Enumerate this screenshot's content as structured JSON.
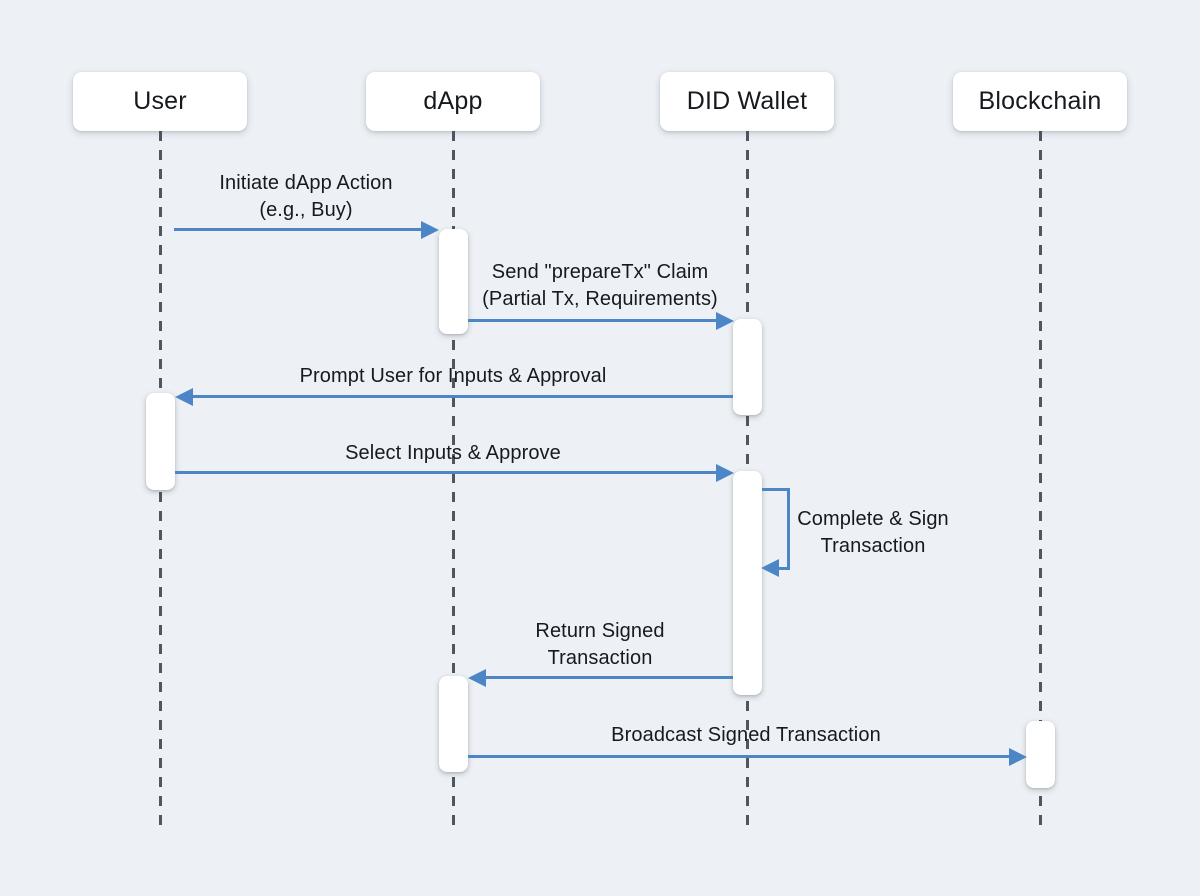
{
  "diagram": {
    "type": "sequence-diagram",
    "actors": [
      {
        "label": "User"
      },
      {
        "label": "dApp"
      },
      {
        "label": "DID Wallet"
      },
      {
        "label": "Blockchain"
      }
    ],
    "messages": [
      {
        "from": "User",
        "to": "dApp",
        "lines": [
          "Initiate dApp Action",
          "(e.g., Buy)"
        ]
      },
      {
        "from": "dApp",
        "to": "DID Wallet",
        "lines": [
          "Send \"prepareTx\" Claim",
          "(Partial Tx, Requirements)"
        ]
      },
      {
        "from": "DID Wallet",
        "to": "User",
        "lines": [
          "Prompt User for Inputs & Approval"
        ]
      },
      {
        "from": "User",
        "to": "DID Wallet",
        "lines": [
          "Select Inputs & Approve"
        ]
      },
      {
        "from": "DID Wallet",
        "to": "DID Wallet",
        "self_message": true,
        "lines": [
          "Complete & Sign",
          "Transaction"
        ]
      },
      {
        "from": "DID Wallet",
        "to": "dApp",
        "lines": [
          "Return Signed",
          "Transaction"
        ]
      },
      {
        "from": "dApp",
        "to": "Blockchain",
        "lines": [
          "Broadcast Signed Transaction"
        ]
      }
    ],
    "colors": {
      "background": "#edf1f5",
      "arrow": "#4c86c7",
      "lifeline": "#50565e",
      "box_fill": "#ffffff",
      "text": "#16191d"
    }
  }
}
